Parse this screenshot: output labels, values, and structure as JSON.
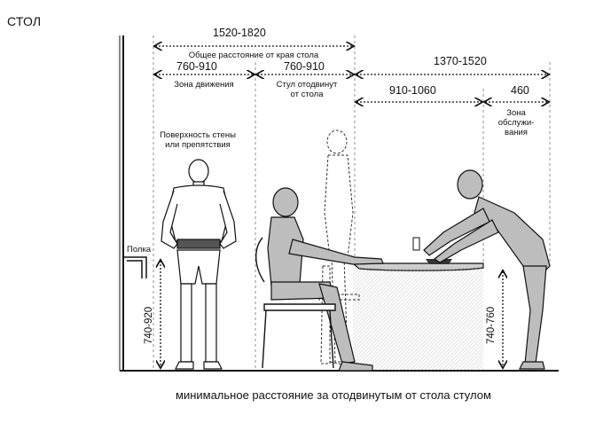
{
  "title": "СТОЛ",
  "caption": "минимальное расстояние за отодвинутым от стола стулом",
  "dimensions": {
    "overall": "1520-1820",
    "motion_zone": "760-910",
    "chair_pulled": "760-910",
    "right_total": "1370-1520",
    "table_depth": "910-1060",
    "service_zone": "460",
    "shelf_height": "740-920",
    "table_height": "740-760"
  },
  "labels": {
    "overall_desc": "Общее расстояние от края стола",
    "motion_zone": "Зона движения",
    "chair_pulled_line1": "Стул отодвинут",
    "chair_pulled_line2": "от стола",
    "wall_line1": "Поверхность стены",
    "wall_line2": "или препятствия",
    "service_line1": "Зона",
    "service_line2": "обслужи-",
    "service_line3": "вания",
    "shelf": "Полка"
  }
}
